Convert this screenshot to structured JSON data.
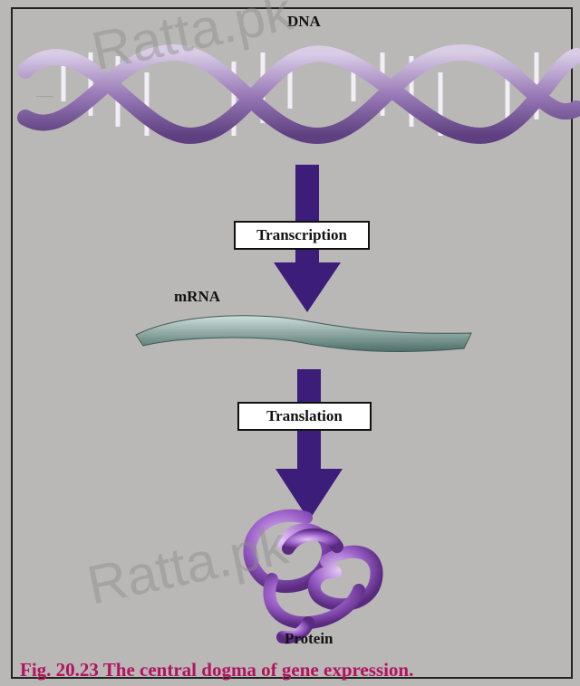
{
  "diagram": {
    "dna_label": "DNA",
    "mrna_label": "mRNA",
    "protein_label": "Protein",
    "transcription_label": "Transcription",
    "translation_label": "Translation",
    "caption": "Fig. 20.23 The central dogma of gene expression."
  },
  "watermark": "Ratta.pk",
  "colors": {
    "dna_strand": "#8a6aa8",
    "arrow": "#3c1d7a",
    "mrna": "#6f8f8a",
    "protein": "#8b55b8",
    "caption": "#b3125e"
  }
}
